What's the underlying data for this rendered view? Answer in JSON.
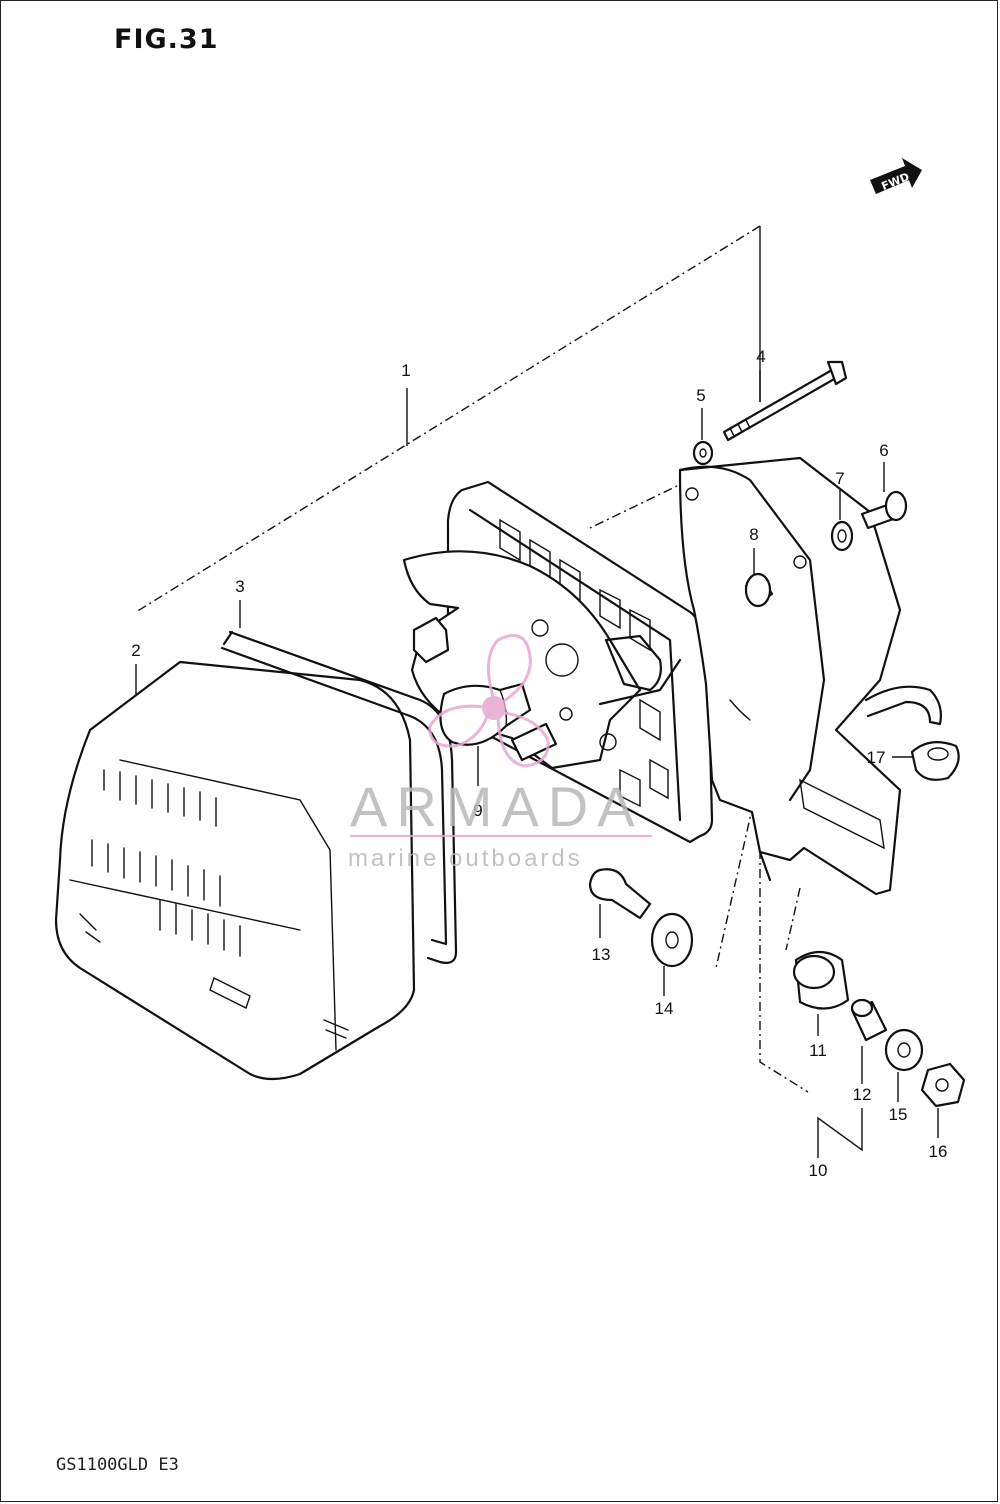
{
  "figure": {
    "title": "FIG.31",
    "model_code": "GS1100GLD E3",
    "fwd_label": "FWD"
  },
  "watermark": {
    "brand": "ARMADA",
    "tagline": "marine outboards",
    "accent_color": "#e8a6cf"
  },
  "callouts": [
    {
      "id": "1",
      "label": "1"
    },
    {
      "id": "2",
      "label": "2"
    },
    {
      "id": "3",
      "label": "3"
    },
    {
      "id": "4",
      "label": "4"
    },
    {
      "id": "5",
      "label": "5"
    },
    {
      "id": "6",
      "label": "6"
    },
    {
      "id": "7",
      "label": "7"
    },
    {
      "id": "8",
      "label": "8"
    },
    {
      "id": "9",
      "label": "9"
    },
    {
      "id": "10",
      "label": "10"
    },
    {
      "id": "11",
      "label": "11"
    },
    {
      "id": "12",
      "label": "12"
    },
    {
      "id": "13",
      "label": "13"
    },
    {
      "id": "14",
      "label": "14"
    },
    {
      "id": "15",
      "label": "15"
    },
    {
      "id": "16",
      "label": "16"
    },
    {
      "id": "17",
      "label": "17"
    }
  ]
}
